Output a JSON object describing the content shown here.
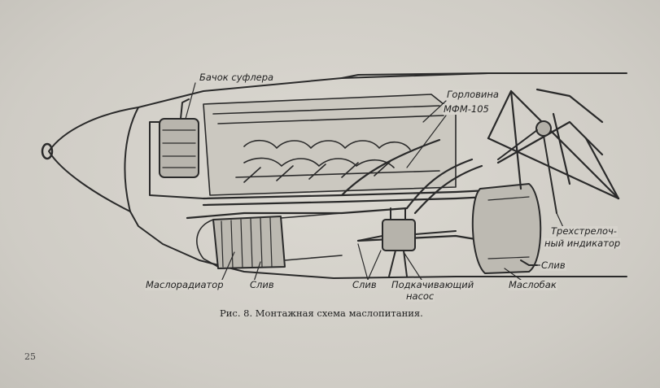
{
  "labels": {
    "breather_tank": "Бачок суфлера",
    "neck": "Горловина",
    "mfm": "МФМ-105",
    "indicator_line1": "Трехстрелоч-",
    "indicator_line2": "ный индикатор",
    "oil_radiator": "Маслорадиатор",
    "drain_left": "Слив",
    "drain_mid": "Слив",
    "pump_line1": "Подкачивающий",
    "pump_line2": "насос",
    "oil_tank": "Маслобак",
    "drain_right": "Слив"
  },
  "caption": "Рис. 8. Монтажная схема маслопитания.",
  "page_number": "25"
}
